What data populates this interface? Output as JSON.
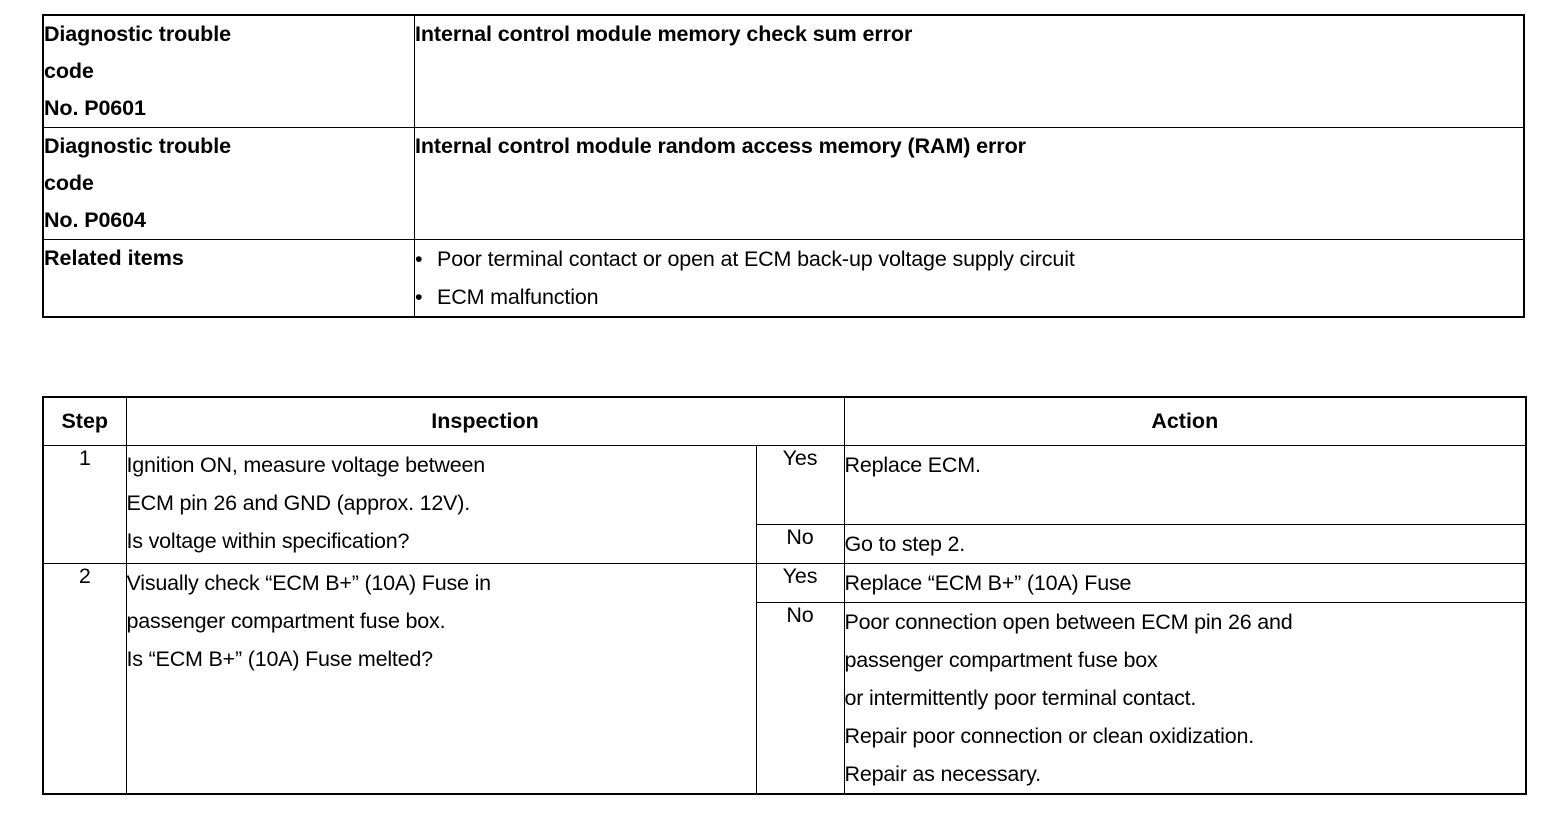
{
  "document": {
    "type": "automotive-diagnostic-trouble-code-table"
  },
  "dtc_table": {
    "rows": [
      {
        "label_lines": [
          "Diagnostic trouble",
          "code",
          "No. P0601"
        ],
        "value": "Internal control module memory check sum error"
      },
      {
        "label_lines": [
          "Diagnostic trouble",
          "code",
          "No. P0604"
        ],
        "value": "Internal control module random access memory (RAM) error"
      }
    ],
    "related": {
      "label": "Related items",
      "bullet": "•",
      "items": [
        "Poor terminal contact or open at ECM back-up voltage supply circuit",
        "ECM malfunction"
      ]
    }
  },
  "step_table": {
    "headers": {
      "step": "Step",
      "inspection": "Inspection",
      "action": "Action"
    },
    "rows": [
      {
        "step": "1",
        "inspection_lines": [
          "Ignition ON, measure voltage between",
          "ECM pin 26 and GND (approx. 12V).",
          "Is voltage within specification?"
        ],
        "branches": [
          {
            "answer": "Yes",
            "action_lines": [
              "Replace ECM."
            ]
          },
          {
            "answer": "No",
            "action_lines": [
              "Go to step 2."
            ]
          }
        ]
      },
      {
        "step": "2",
        "inspection_lines": [
          "Visually check “ECM B+” (10A) Fuse in",
          "passenger compartment fuse box.",
          "Is “ECM B+” (10A) Fuse melted?"
        ],
        "branches": [
          {
            "answer": "Yes",
            "action_lines": [
              "Replace “ECM B+” (10A) Fuse"
            ]
          },
          {
            "answer": "No",
            "action_lines": [
              "Poor connection open between ECM pin 26 and",
              "passenger compartment fuse box",
              "or intermittently poor terminal contact.",
              "Repair poor connection or clean oxidization.",
              "Repair as necessary."
            ]
          }
        ]
      }
    ]
  }
}
